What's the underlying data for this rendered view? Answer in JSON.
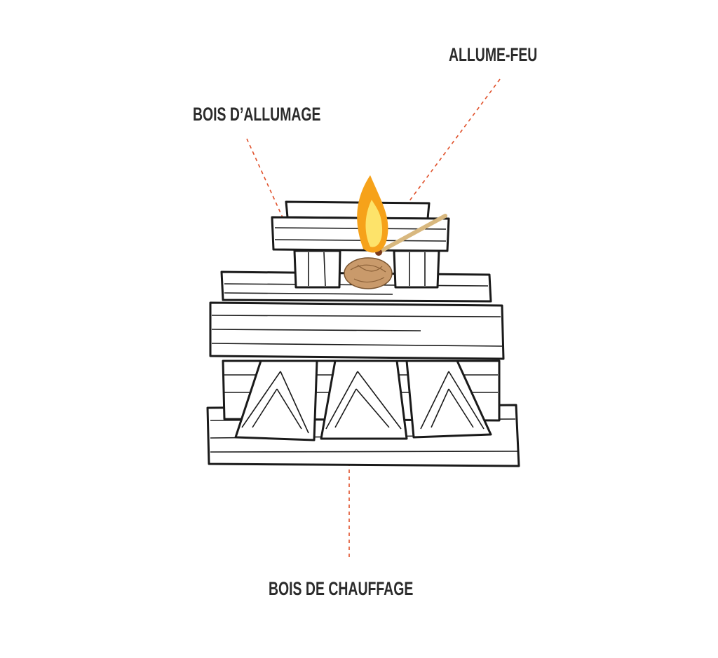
{
  "labels": {
    "kindling": "BOIS D’ALLUMAGE",
    "firestarter": "ALLUME-FEU",
    "firewood": "BOIS DE CHAUFFAGE"
  },
  "colors": {
    "leader_line": "#e0502a",
    "text": "#2b2b2b",
    "flame_outer": "#f6a21a",
    "flame_inner": "#fde36a"
  }
}
